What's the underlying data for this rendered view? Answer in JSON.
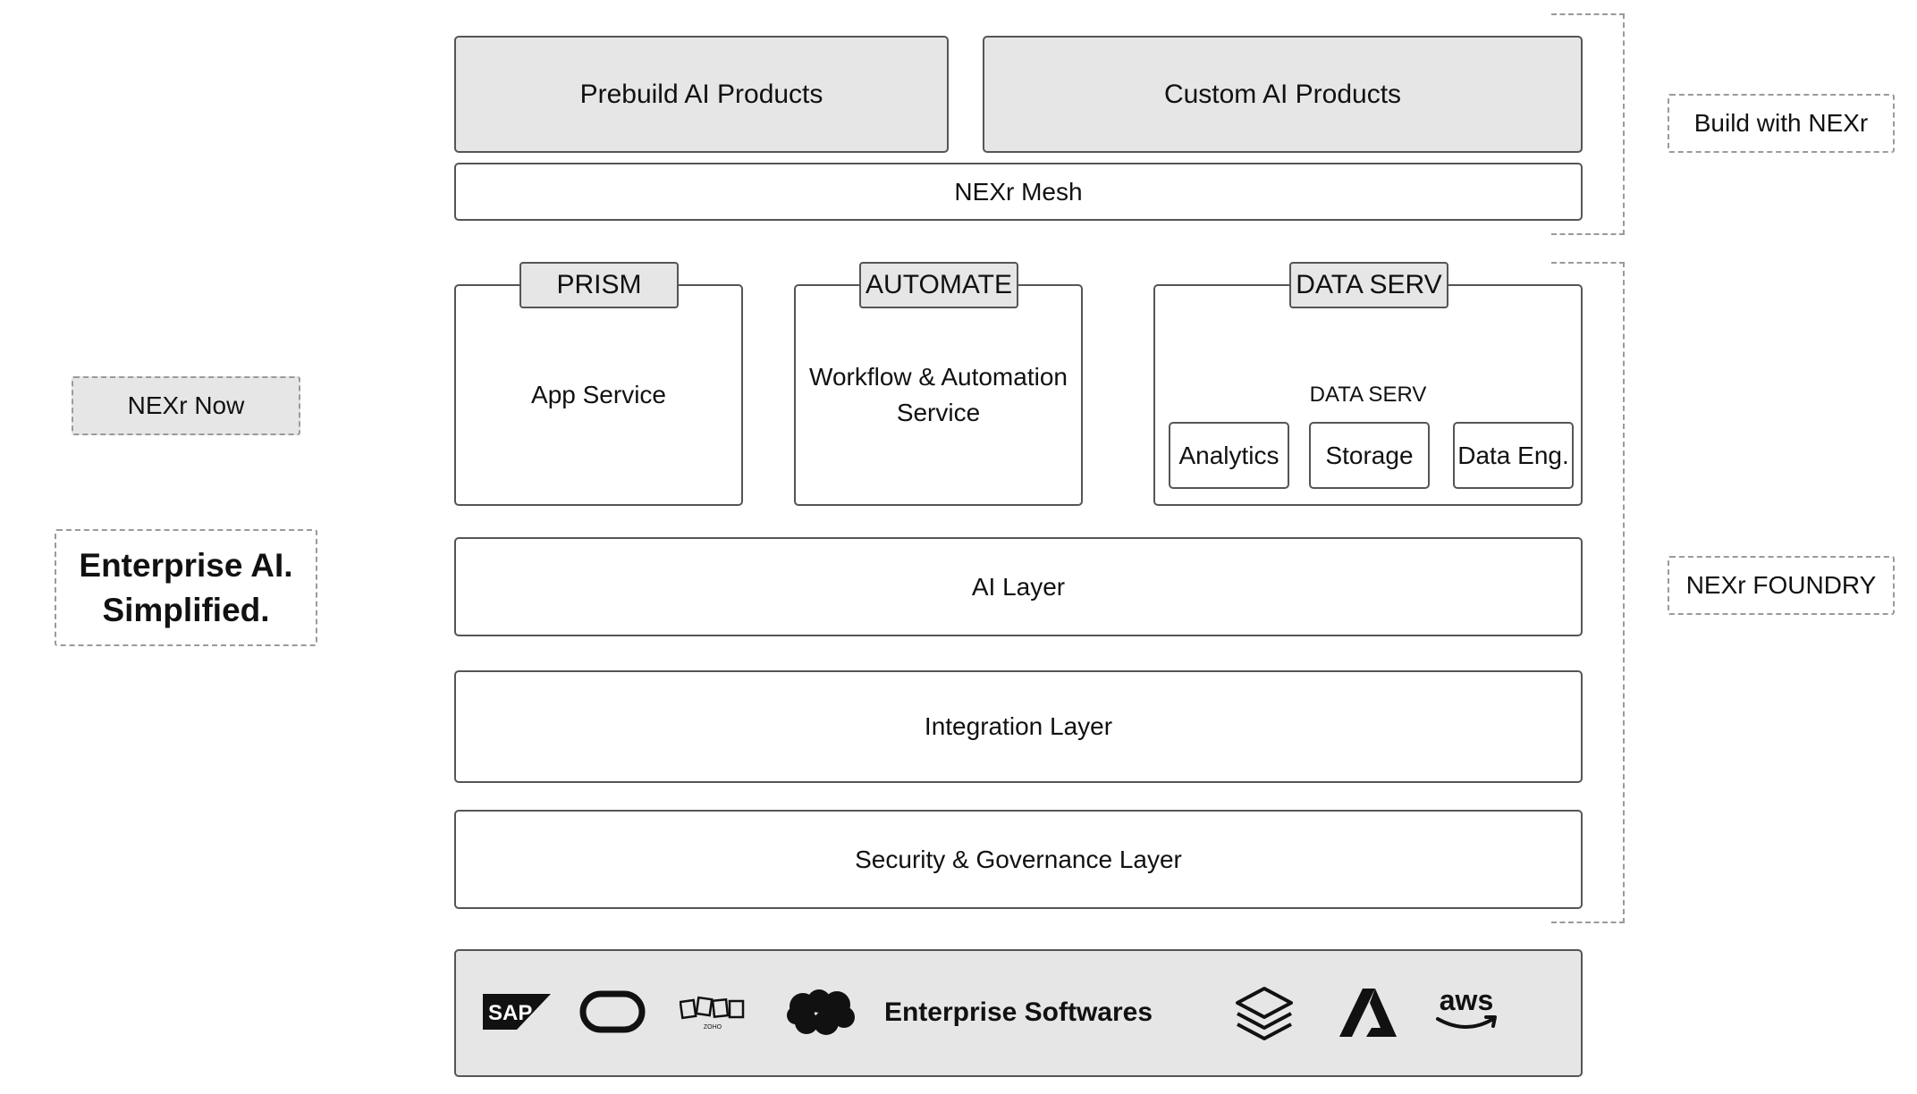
{
  "products": {
    "prebuild": "Prebuild AI Products",
    "custom": "Custom AI Products"
  },
  "mesh": "NEXr Mesh",
  "services": {
    "prism": {
      "tab": "PRISM",
      "label": "App Service"
    },
    "automate": {
      "tab": "AUTOMATE",
      "label_line1": "Workflow & Automation",
      "label_line2": "Service"
    },
    "dataserv": {
      "tab": "DATA SERV",
      "label": "DATA SERV",
      "items": [
        "Analytics",
        "Storage",
        "Data Eng."
      ]
    }
  },
  "layers": {
    "ai": "AI Layer",
    "integration": "Integration Layer",
    "security": "Security & Governance Layer"
  },
  "enterprise": {
    "label": "Enterprise Softwares",
    "logos": [
      "sap-logo",
      "oracle-logo",
      "zoho-logo",
      "salesforce-logo",
      "stack-logo",
      "azure-logo",
      "aws-logo"
    ],
    "sap_text": "SAP",
    "zoho_text": "ZOHO",
    "aws_text": "aws"
  },
  "side": {
    "build": "Build with NEXr",
    "foundry": "NEXr FOUNDRY",
    "now": "NEXr Now",
    "tagline_line1": "Enterprise AI.",
    "tagline_line2": "Simplified."
  }
}
